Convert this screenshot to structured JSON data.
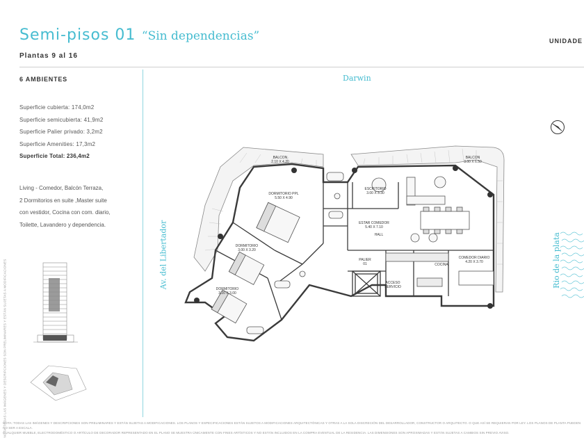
{
  "header": {
    "title": "Semi-pisos 01",
    "subtitle": "“Sin dependencias”",
    "floors": "Plantas 9 al 16",
    "unit_label": "UNIDADE"
  },
  "info": {
    "ambientes": "6 AMBIENTES",
    "specs": [
      "Superficie cubierta: 174,0m2",
      "Superficie semicubierta: 41,9m2",
      "Superficie Palier privado: 3,2m2",
      "Superficie Amenities: 17,3m2"
    ],
    "total": "Superficie Total: 236,4m2",
    "description_lines": [
      "Living - Comedor, Balcón Terraza,",
      "2 Dormitorios en suite ,Master suite",
      "con vestidor, Cocina con com. diario,",
      "Toilette, Lavandero y dependencia."
    ]
  },
  "streets": {
    "top": "Darwin",
    "left": "Av. del Libertador",
    "right": "Rio de la plata"
  },
  "rooms": [
    {
      "name": "BALCON",
      "dims": "2.10 X 4.20"
    },
    {
      "name": "DORMITORIO PPL",
      "dims": "5.50 X 4.90"
    },
    {
      "name": "DORMITORIO",
      "dims": "3.00 X 3.20"
    },
    {
      "name": "DORMITORIO",
      "dims": "3.20 X 3.00"
    },
    {
      "name": "ESCRITORIO",
      "dims": "3.00 X 3.30"
    },
    {
      "name": "BALCON",
      "dims": "3.00 X 6.50"
    },
    {
      "name": "ESTAR COMEDOR",
      "dims": "5.40 X 7.10"
    },
    {
      "name": "HALL",
      "dims": ""
    },
    {
      "name": "PALIER",
      "dims": "01"
    },
    {
      "name": "ACCESO",
      "dims": "SERVICIO"
    },
    {
      "name": "COCINA",
      "dims": ""
    },
    {
      "name": "COMEDOR DIARIO",
      "dims": "4.20 X 3.70"
    }
  ],
  "notes": {
    "vertical": "NOTA: TODAS LAS IMÁGENES Y DESCRIPCIONES SON PRELIMINARES Y ESTÁN SUJETAS A MODIFICACIONES",
    "footer_1": "NOTA: TODAS LAS IMÁGENES Y DESCRIPCIONES SON PRELIMINARES Y ESTÁN SUJETAS A MODIFICACIONES. LOS PLANOS Y ESPECIFICACIONES ESTÁN SUJETOS A MODIFICACIONES ARQUITECTÓNICAS Y OTRAS A LA SOLA DISCRECIÓN DEL DESARROLLADOR, CONSTRUCTOR O ARQUITECTO. O QUE ASÍ SE REQUIERAN POR LEY. LOS PLANOS DE PLANTA PUEDEN NO SER A ESCALA.",
    "footer_2": "CUALQUIER MUEBLE, ELECTRODOMÉSTICO O ARTÍCULO DE DECORADOR REPRESENTADO EN EL PLANO SE MUESTRA ÚNICAMENTE CON FINES ARTÍSTICOS Y NO ESTÁN INCLUIDOS EN LA COMPRA EVENTUAL DE LA RESIDENCIA. LAS DIMENSIONES SON APROXIMADAS Y ESTÁN SUJETAS A CAMBIOS SIN PREVIO AVISO."
  },
  "colors": {
    "accent": "#46bcd0",
    "wall": "#3a3a3a",
    "deck": "#9a9a9a"
  }
}
